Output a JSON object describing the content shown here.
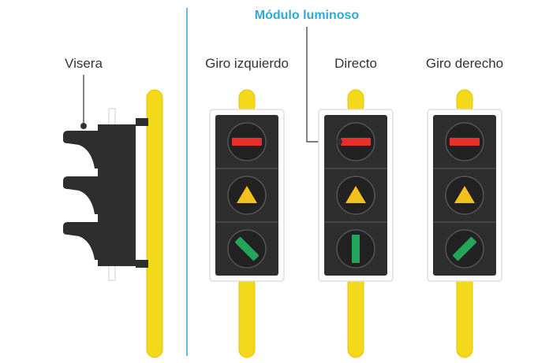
{
  "colors": {
    "pole": "#f4d81a",
    "pole_outline": "#e2c313",
    "housing": "#2e2e2e",
    "panel_border": "#dddddd",
    "lens_bg": "#222222",
    "red": "#e8302a",
    "amber": "#f4c01e",
    "green": "#23a55a",
    "divider": "#2fa9d6",
    "accent": "#2fa9d6",
    "leader": "#333333"
  },
  "labels": {
    "visera": "Visera",
    "modulo": "Módulo luminoso",
    "left_turn": "Giro izquierdo",
    "straight": "Directo",
    "right_turn": "Giro derecho"
  },
  "icons": {
    "side_view": "traffic-light-side-view",
    "red_lens": "horizontal-bar-icon",
    "amber_lens": "triangle-icon",
    "left_arrow": "diagonal-bar-left-icon",
    "straight_arrow": "vertical-bar-icon",
    "right_arrow": "diagonal-bar-right-icon"
  }
}
